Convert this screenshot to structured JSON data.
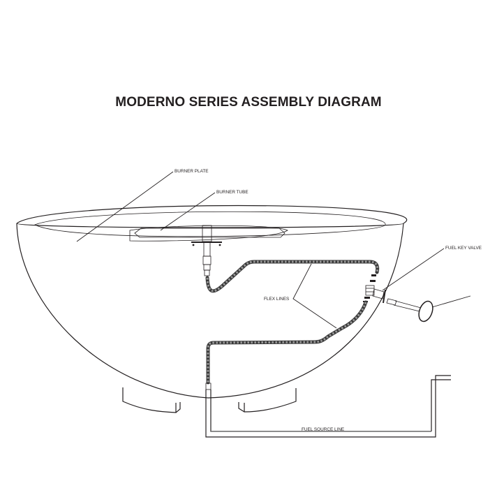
{
  "diagram": {
    "title": "MODERNO SERIES ASSEMBLY DIAGRAM",
    "labels": {
      "burner_plate": "BURNER PLATE",
      "burner_tube": "BURNER TUBE",
      "fuel_key_valve": "FUEL KEY VALVE",
      "flex_lines": "FLEX LINES",
      "fuel_source_line": "FUEL SOURCE LINE"
    },
    "colors": {
      "line": "#231f20",
      "flex_line": "#3a3a3a",
      "background": "#ffffff"
    }
  }
}
